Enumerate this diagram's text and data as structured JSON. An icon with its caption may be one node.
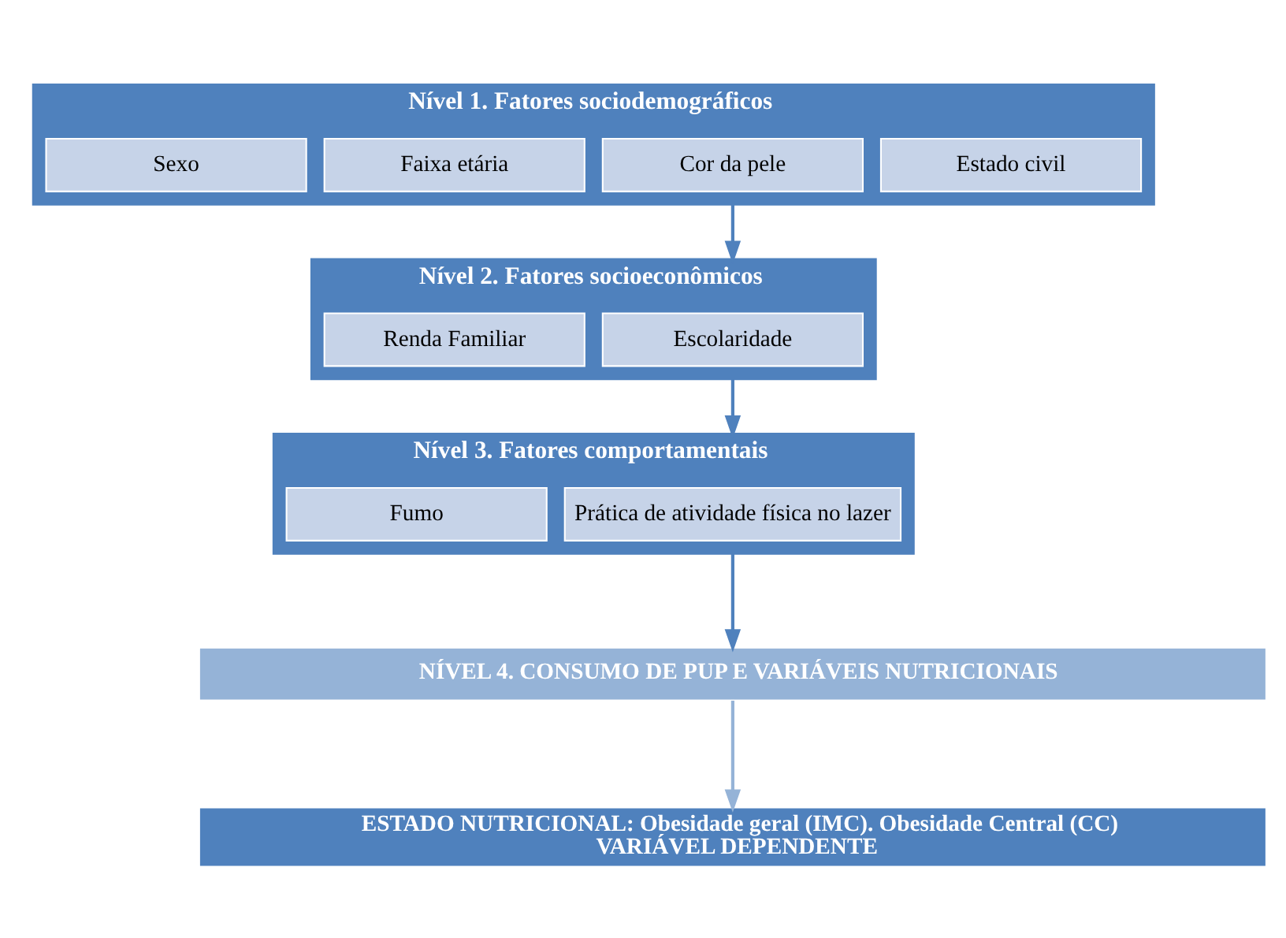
{
  "diagram": {
    "nodes": [
      {
        "text": [
          "Nível 1. Fatores sociodemográficos"
        ]
      },
      {
        "text": [
          "Sexo"
        ],
        "in": 0
      },
      {
        "text": [
          "Faixa etária"
        ],
        "in": 0
      },
      {
        "text": [
          "Cor da pele"
        ],
        "in": 0
      },
      {
        "text": [
          "Estado civil"
        ],
        "in": 0
      },
      {
        "text": [
          "Nível 2. Fatores socioeconômicos"
        ]
      },
      {
        "text": [
          "Renda Familiar"
        ],
        "in": 5
      },
      {
        "text": [
          "Escolaridade"
        ],
        "in": 5
      },
      {
        "text": [
          "Nível 3. Fatores comportamentais"
        ]
      },
      {
        "text": [
          "Fumo"
        ],
        "in": 8
      },
      {
        "text": [
          "Prática de atividade física no lazer"
        ],
        "in": 8
      },
      {
        "text": [
          "NÍVEL 4. CONSUMO DE PUP E VARIÁVEIS NUTRICIONAIS"
        ]
      },
      {
        "text": [
          "ESTADO NUTRICIONAL: Obesidade geral (IMC). Obesidade Central (CC)",
          "VARIÁVEL DEPENDENTE"
        ]
      }
    ],
    "edges": [
      {
        "from": 0,
        "to": 5,
        "arrow": "to"
      },
      {
        "from": 5,
        "to": 8,
        "arrow": "to"
      },
      {
        "from": 8,
        "to": 11,
        "arrow": "to"
      },
      {
        "from": 11,
        "to": 12,
        "arrow": "to",
        "color": "#95b3d7"
      }
    ]
  }
}
